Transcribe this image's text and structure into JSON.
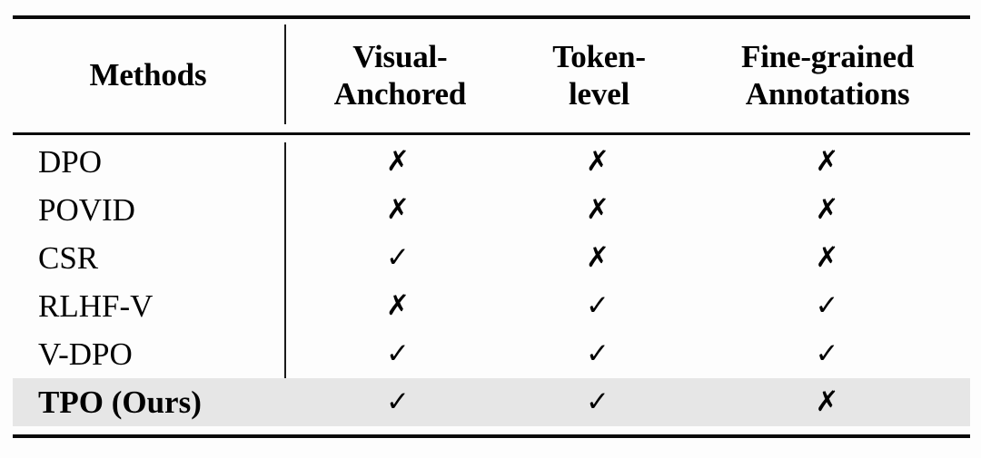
{
  "table": {
    "columns": [
      {
        "id": "methods",
        "label_lines": [
          "Methods"
        ]
      },
      {
        "id": "visual",
        "label_lines": [
          "Visual-",
          "Anchored"
        ]
      },
      {
        "id": "token",
        "label_lines": [
          "Token-",
          "level"
        ]
      },
      {
        "id": "fine",
        "label_lines": [
          "Fine-grained",
          "Annotations"
        ]
      }
    ],
    "glyphs": {
      "yes": "✓",
      "no": "✗"
    },
    "colors": {
      "rule": "#0a0a0a",
      "text": "#000000",
      "highlight_row": "#e6e6e6",
      "background": "#fdfdfd"
    },
    "rows": [
      {
        "method": "DPO",
        "visual": "✗",
        "token": "✗",
        "fine": "✗",
        "highlighted": false
      },
      {
        "method": "POVID",
        "visual": "✗",
        "token": "✗",
        "fine": "✗",
        "highlighted": false
      },
      {
        "method": "CSR",
        "visual": "✓",
        "token": "✗",
        "fine": "✗",
        "highlighted": false
      },
      {
        "method": "RLHF-V",
        "visual": "✗",
        "token": "✓",
        "fine": "✓",
        "highlighted": false
      },
      {
        "method": "V-DPO",
        "visual": "✓",
        "token": "✓",
        "fine": "✓",
        "highlighted": false
      },
      {
        "method": "TPO (Ours)",
        "visual": "✓",
        "token": "✓",
        "fine": "✗",
        "highlighted": true
      }
    ]
  }
}
